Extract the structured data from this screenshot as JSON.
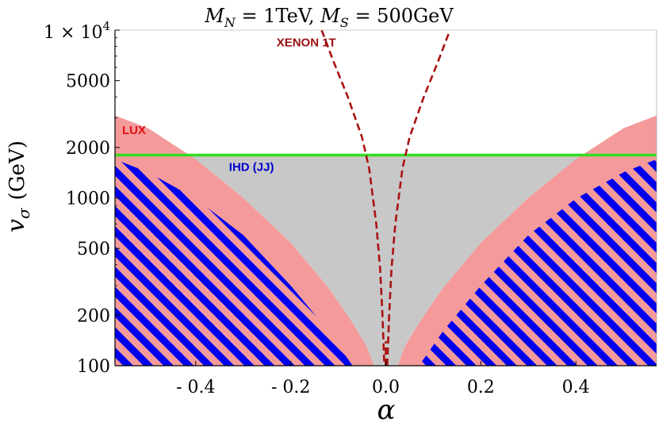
{
  "chart_data": {
    "type": "area",
    "title_parts": [
      "M",
      "N",
      " = 1TeV, ",
      "M",
      "S",
      " = 500GeV"
    ],
    "xlabel": "α",
    "ylabel_symbol": "v",
    "ylabel_sub": "σ",
    "ylabel_unit": "(GeV)",
    "xlim": [
      -0.57,
      0.57
    ],
    "ylim": [
      100,
      10000
    ],
    "yscale": "log",
    "grid": false,
    "xticks": [
      {
        "value": -0.4,
        "label": "- 0.4"
      },
      {
        "value": -0.2,
        "label": "- 0.2"
      },
      {
        "value": 0.0,
        "label": "0.0"
      },
      {
        "value": 0.2,
        "label": "0.2"
      },
      {
        "value": 0.4,
        "label": "0.4"
      }
    ],
    "yticks": [
      {
        "value": 100,
        "label": "100"
      },
      {
        "value": 200,
        "label": "200"
      },
      {
        "value": 500,
        "label": "500"
      },
      {
        "value": 1000,
        "label": "1000"
      },
      {
        "value": 2000,
        "label": "2000"
      },
      {
        "value": 5000,
        "label": "5000"
      }
    ],
    "ytick_top": {
      "value": 10000,
      "mantissa": "1 × 10",
      "exponent": "4"
    },
    "colors": {
      "lux": "#f59a9a",
      "ihd_stripe": "#0000ee",
      "allowed": "#c8c8c8",
      "green_line": "#33dd22",
      "xenon": "#aa1111",
      "lux_label": "#dd1111",
      "xenon_label": "#991111",
      "ihd_label": "#0000cc"
    },
    "series": [
      {
        "name": "LUX",
        "kind": "excluded-region",
        "boundary_left": [
          [
            -0.57,
            3100
          ],
          [
            -0.5,
            2600
          ],
          [
            -0.4,
            1700
          ],
          [
            -0.3,
            1000
          ],
          [
            -0.2,
            540
          ],
          [
            -0.12,
            290
          ],
          [
            -0.07,
            180
          ],
          [
            -0.04,
            130
          ],
          [
            -0.025,
            100
          ]
        ],
        "boundary_right": [
          [
            0.025,
            100
          ],
          [
            0.04,
            130
          ],
          [
            0.07,
            180
          ],
          [
            0.12,
            290
          ],
          [
            0.2,
            540
          ],
          [
            0.3,
            1000
          ],
          [
            0.4,
            1700
          ],
          [
            0.5,
            2600
          ],
          [
            0.57,
            3100
          ]
        ]
      },
      {
        "name": "IHD (JJ)",
        "kind": "hatched-region",
        "boundary_left": [
          [
            -0.57,
            1700
          ],
          [
            -0.5,
            1420
          ],
          [
            -0.4,
            990
          ],
          [
            -0.3,
            600
          ],
          [
            -0.2,
            300
          ],
          [
            -0.12,
            160
          ],
          [
            -0.07,
            100
          ]
        ],
        "boundary_right": [
          [
            0.07,
            100
          ],
          [
            0.12,
            160
          ],
          [
            0.2,
            300
          ],
          [
            0.3,
            600
          ],
          [
            0.4,
            990
          ],
          [
            0.5,
            1420
          ],
          [
            0.57,
            1700
          ]
        ]
      },
      {
        "name": "horizontal-limit",
        "kind": "hline",
        "y": 1800
      },
      {
        "name": "XENON 1T",
        "kind": "dashed-curve",
        "left": [
          [
            -0.135,
            10000
          ],
          [
            -0.11,
            6500
          ],
          [
            -0.08,
            4000
          ],
          [
            -0.05,
            2300
          ],
          [
            -0.035,
            1500
          ],
          [
            -0.02,
            700
          ],
          [
            -0.012,
            380
          ],
          [
            -0.007,
            200
          ],
          [
            -0.003,
            100
          ]
        ],
        "right": [
          [
            0.003,
            100
          ],
          [
            0.007,
            200
          ],
          [
            0.012,
            380
          ],
          [
            0.02,
            700
          ],
          [
            0.035,
            1500
          ],
          [
            0.05,
            2300
          ],
          [
            0.08,
            4000
          ],
          [
            0.11,
            6500
          ],
          [
            0.135,
            10000
          ]
        ]
      }
    ],
    "annotations": [
      {
        "text": "LUX",
        "x": -0.555,
        "y": 2400,
        "color_key": "lux_label"
      },
      {
        "text": "IHD (JJ)",
        "x": -0.33,
        "y": 1450,
        "color_key": "ihd_label"
      },
      {
        "text": "XENON 1T",
        "x": -0.23,
        "y": 8000,
        "color_key": "xenon_label"
      }
    ]
  }
}
